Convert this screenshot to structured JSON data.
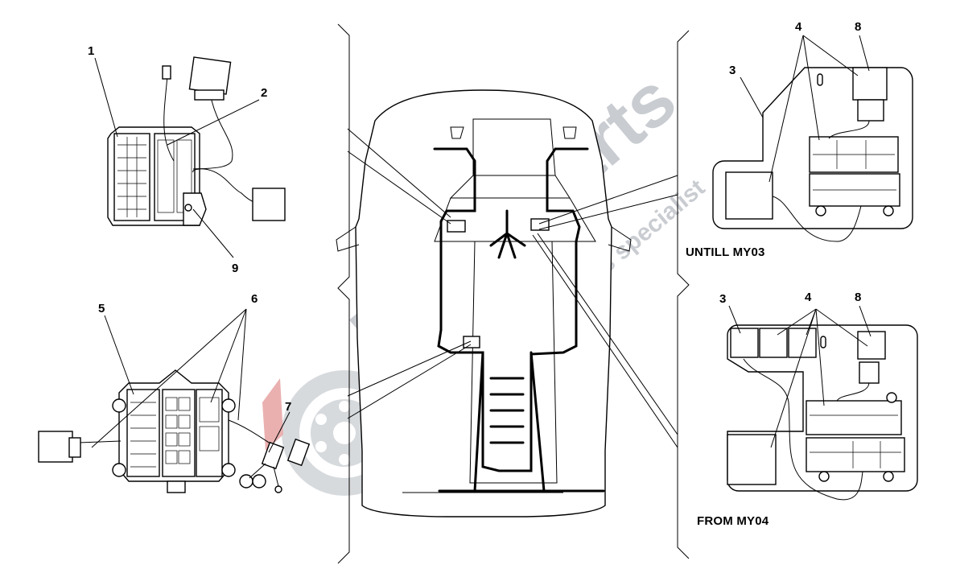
{
  "labels": {
    "n1": "1",
    "n2": "2",
    "n9": "9",
    "n5": "5",
    "n6": "6",
    "n7": "7",
    "n3a": "3",
    "n4a": "4",
    "n8a": "8",
    "n3b": "3",
    "n4b": "4",
    "n8b": "8"
  },
  "captions": {
    "until": "UNTILL MY03",
    "from": "FROM MY04"
  },
  "watermark": {
    "brand": "Maserparts",
    "tagline": "Exclusive Car Parts specialist",
    "color": "#c9ccd1",
    "accent": "#e8a8a8"
  }
}
